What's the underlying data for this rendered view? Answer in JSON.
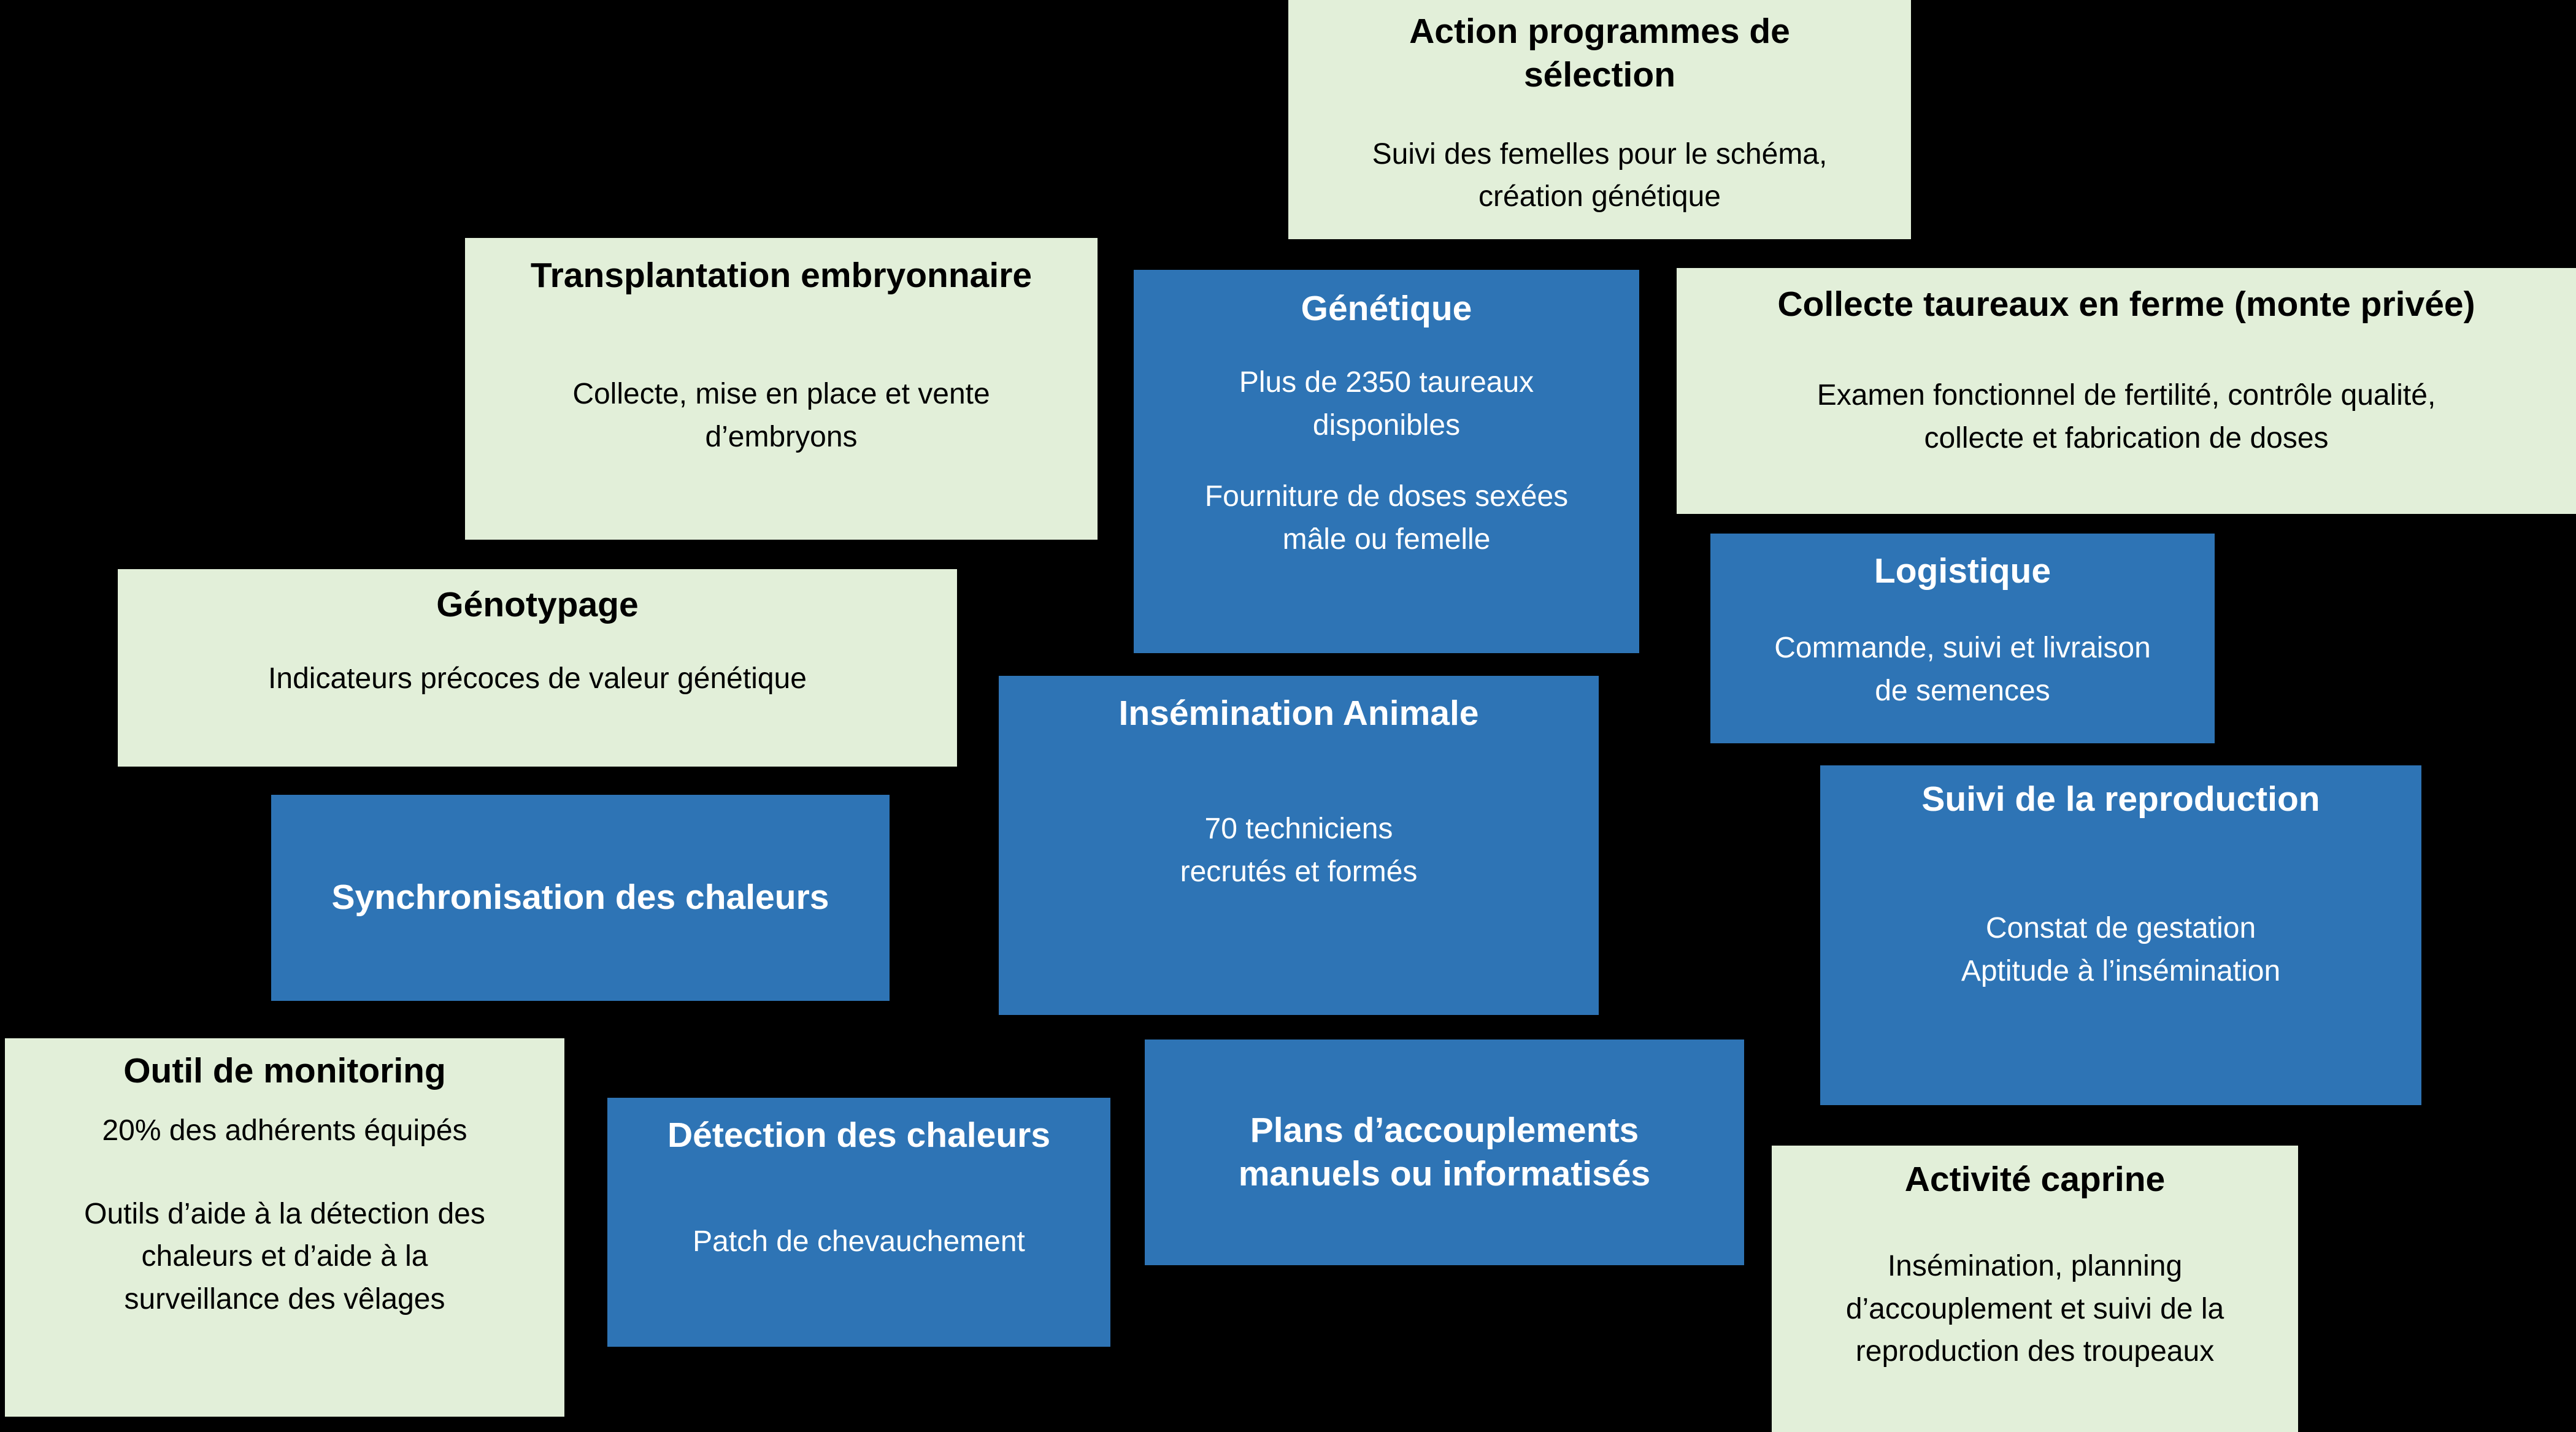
{
  "colors": {
    "background": "#000000",
    "box_blue": "#2E74B5",
    "box_green": "#E2EFD9",
    "text_on_blue": "#FFFFFF",
    "text_on_green": "#000000"
  },
  "boxes": [
    {
      "id": "action",
      "variant": "green",
      "title": "Action programmes de\nsélection",
      "paragraphs": [
        "Suivi des femelles pour le schéma,\ncréation génétique"
      ]
    },
    {
      "id": "transplantation",
      "variant": "green",
      "title": "Transplantation embryonnaire",
      "paragraphs": [
        "Collecte, mise en place et vente\nd’embryons"
      ]
    },
    {
      "id": "genetique",
      "variant": "blue",
      "title": "Génétique",
      "paragraphs": [
        "Plus de 2350 taureaux\ndisponibles",
        "Fourniture de doses sexées\nmâle ou femelle"
      ]
    },
    {
      "id": "collecte",
      "variant": "green",
      "title": "Collecte taureaux en ferme (monte privée)",
      "paragraphs": [
        "Examen fonctionnel de fertilité, contrôle qualité,\ncollecte et fabrication de doses"
      ]
    },
    {
      "id": "genotypage",
      "variant": "green",
      "title": "Génotypage",
      "paragraphs": [
        "Indicateurs précoces de valeur génétique"
      ]
    },
    {
      "id": "logistique",
      "variant": "blue",
      "title": "Logistique",
      "paragraphs": [
        "Commande, suivi et livraison\nde semences"
      ]
    },
    {
      "id": "synchronisation",
      "variant": "blue",
      "title": "Synchronisation des chaleurs",
      "paragraphs": []
    },
    {
      "id": "insemination",
      "variant": "blue",
      "title": "Insémination Animale",
      "paragraphs": [
        "70 techniciens\nrecrutés et formés"
      ]
    },
    {
      "id": "suivi",
      "variant": "blue",
      "title": "Suivi de la reproduction",
      "paragraphs": [
        "Constat de gestation\nAptitude à l’insémination"
      ]
    },
    {
      "id": "monitoring",
      "variant": "green",
      "title": "Outil de monitoring",
      "paragraphs": [
        "20% des adhérents équipés",
        "Outils d’aide à la détection des\nchaleurs et d’aide à la\nsurveillance des vêlages"
      ]
    },
    {
      "id": "detection",
      "variant": "blue",
      "title": "Détection des chaleurs",
      "paragraphs": [
        "Patch de chevauchement"
      ]
    },
    {
      "id": "plans",
      "variant": "blue",
      "title": "Plans d’accouplements\nmanuels ou informatisés",
      "paragraphs": []
    },
    {
      "id": "caprine",
      "variant": "green",
      "title": "Activité caprine",
      "paragraphs": [
        "Insémination, planning\nd’accouplement et suivi de la\nreproduction des troupeaux"
      ]
    }
  ]
}
